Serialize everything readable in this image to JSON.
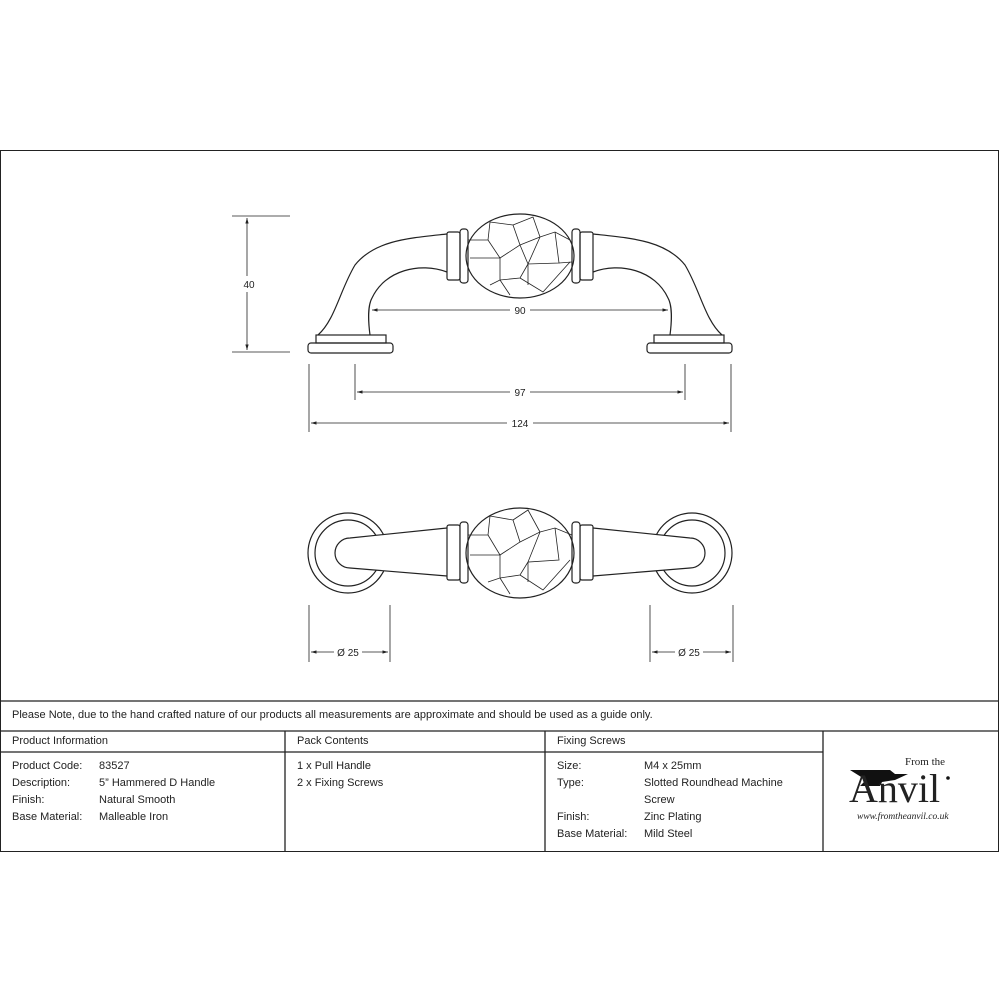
{
  "drawing": {
    "dimensions": {
      "height": "40",
      "inner_span": "90",
      "centres": "97",
      "overall_length": "124",
      "rose_left": "Ø 25",
      "rose_right": "Ø 25"
    }
  },
  "note": "Please Note, due to the hand crafted nature of our products all measurements are approximate and should be used as a guide only.",
  "product_information": {
    "header": "Product Information",
    "rows": [
      {
        "label": "Product Code:",
        "value": "83527"
      },
      {
        "label": "Description:",
        "value": "5” Hammered D Handle"
      },
      {
        "label": "Finish:",
        "value": "Natural Smooth"
      },
      {
        "label": "Base Material:",
        "value": "Malleable Iron"
      }
    ]
  },
  "pack_contents": {
    "header": "Pack Contents",
    "items": [
      "1 x Pull Handle",
      "2 x Fixing Screws"
    ]
  },
  "fixing_screws": {
    "header": "Fixing Screws",
    "rows": [
      {
        "label": "Size:",
        "value": "M4 x 25mm"
      },
      {
        "label": "Type:",
        "value": "Slotted Roundhead Machine Screw"
      },
      {
        "label": "Finish:",
        "value": "Zinc Plating"
      },
      {
        "label": "Base Material:",
        "value": "Mild Steel"
      }
    ]
  },
  "logo": {
    "from_the": "From the",
    "name": "Anvil",
    "url": "www.fromtheanvil.co.uk"
  }
}
